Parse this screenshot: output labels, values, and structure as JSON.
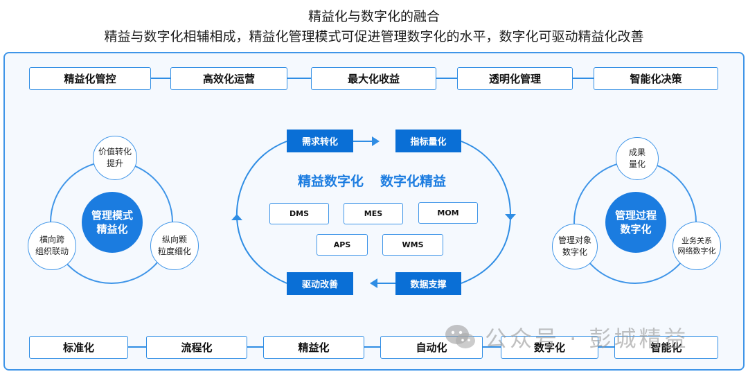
{
  "title": "精益化与数字化的融合",
  "subtitle": "精益与数字化相辅相成，精益化管理模式可促进管理数字化的水平，数字化可驱动精益化改善",
  "top_row": [
    "精益化管控",
    "高效化运营",
    "最大化收益",
    "透明化管理",
    "智能化决策"
  ],
  "bottom_row": [
    "标准化",
    "流程化",
    "精益化",
    "自动化",
    "数字化",
    "智能化"
  ],
  "left_cycle": {
    "hub": "管理模式\n精益化",
    "nodes": [
      "价值转化\n提升",
      "横向跨\n组织联动",
      "纵向颗\n粒度细化"
    ]
  },
  "right_cycle": {
    "hub": "管理过程\n数字化",
    "nodes": [
      "成果\n量化",
      "管理对象\n数字化",
      "业务关系\n网络数字化"
    ]
  },
  "center": {
    "flow": [
      "需求转化",
      "指标量化",
      "驱动改善",
      "数据支撑"
    ],
    "heading_left": "精益数字化",
    "heading_right": "数字化精益",
    "systems": [
      "DMS",
      "MES",
      "MOM",
      "APS",
      "WMS"
    ]
  },
  "watermark": "公众号 · 彭城精益",
  "colors": {
    "accent": "#1b7ce0",
    "border": "#3f95e8",
    "flow_box": "#0a6fd6",
    "panel_bg": "#f5f9fe"
  }
}
